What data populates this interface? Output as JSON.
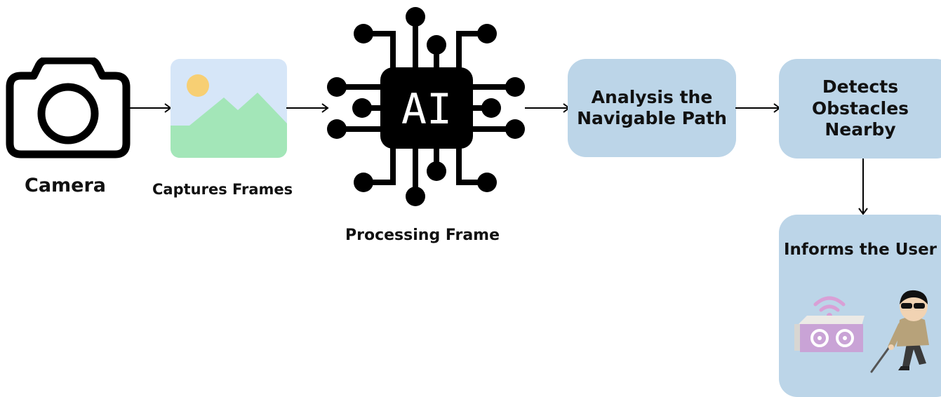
{
  "nodes": {
    "camera": {
      "label": "Camera",
      "icon": "camera-icon"
    },
    "captures": {
      "label": "Captures Frames",
      "icon": "image-icon"
    },
    "processing": {
      "label": "Processing Frame",
      "icon": "ai-chip-icon",
      "chip_text": "AI"
    },
    "analysis": {
      "label": "Analysis the\nNavigable Path"
    },
    "detects": {
      "label": "Detects\nObstacles\nNearby"
    },
    "informs": {
      "label": "Informs the User",
      "icons": [
        "speaker-device-icon",
        "blind-person-icon"
      ]
    }
  },
  "colors": {
    "box_fill": "#bcd5e8",
    "image_sky": "#d6e6f8",
    "image_hills": "#a3e6b8",
    "image_sun": "#f7cf73",
    "device": "#c9a3d6",
    "wifi": "#d9a0d6"
  }
}
